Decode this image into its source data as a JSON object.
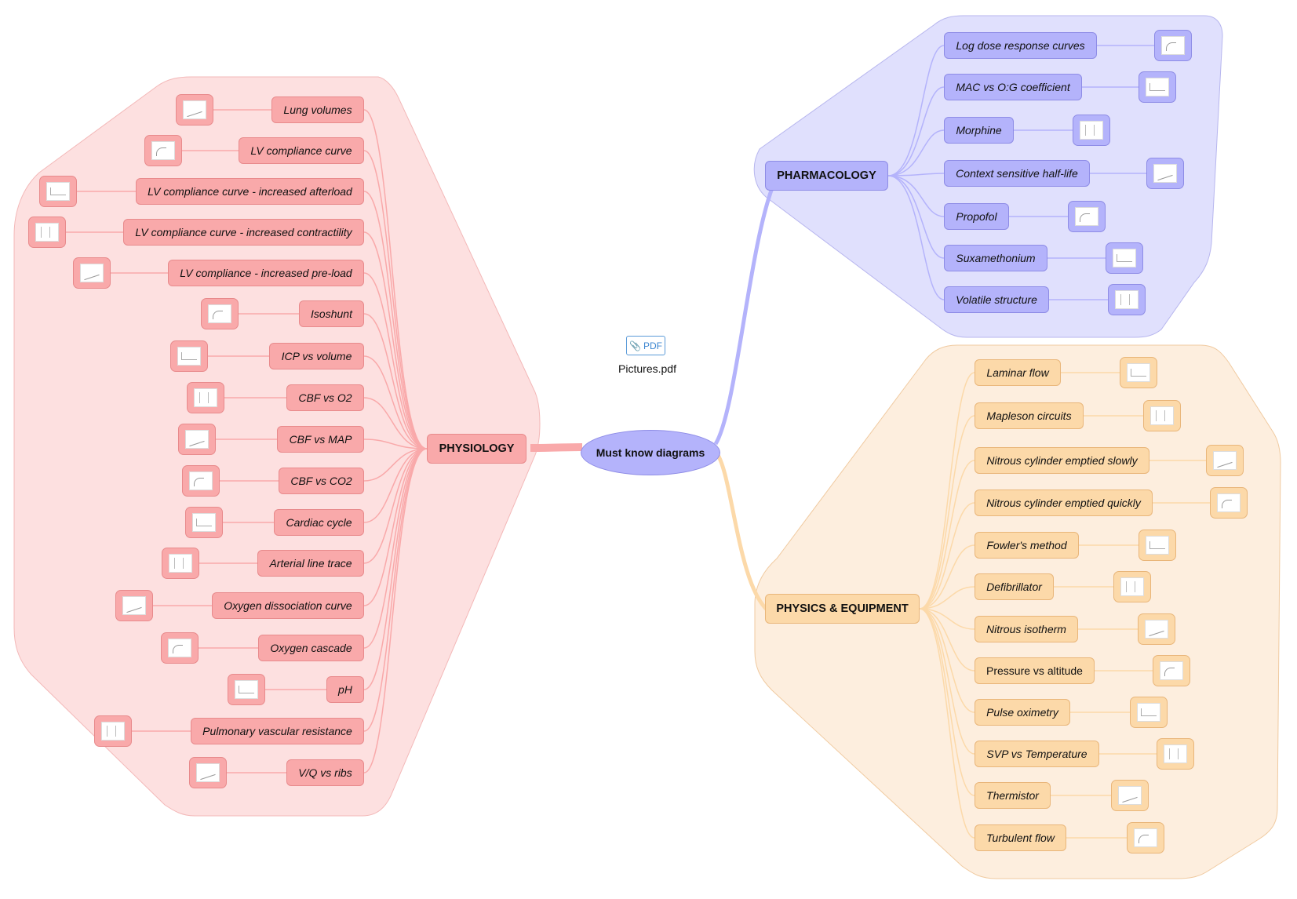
{
  "root": {
    "label": "Must know diagrams"
  },
  "attachment": {
    "badge": "PDF",
    "filename": "Pictures.pdf"
  },
  "colors": {
    "physiology_fill": "#fde0e0",
    "physiology_node": "#f9a9aa",
    "physiology_line": "#f9a9aa",
    "pharmacology_fill": "#e0e0fd",
    "pharmacology_node": "#b4b3fb",
    "pharmacology_line": "#b4b3fb",
    "equipment_fill": "#fdeede",
    "equipment_node": "#fcd9a9",
    "equipment_line": "#fcd9a9"
  },
  "branches": {
    "physiology": {
      "label": "PHYSIOLOGY",
      "topics": [
        "Lung volumes",
        "LV compliance curve",
        "LV compliance curve - increased afterload",
        "LV compliance curve - increased contractility",
        "LV compliance - increased pre-load",
        "Isoshunt",
        "ICP vs volume",
        "CBF vs O2",
        "CBF vs MAP",
        "CBF vs CO2",
        "Cardiac cycle",
        "Arterial line trace",
        "Oxygen dissociation curve",
        "Oxygen cascade",
        "pH",
        "Pulmonary vascular resistance",
        "V/Q vs ribs"
      ]
    },
    "pharmacology": {
      "label": "PHARMACOLOGY",
      "topics": [
        "Log dose response curves",
        "MAC vs O:G coefficient",
        "Morphine",
        "Context sensitive half-life",
        "Propofol",
        "Suxamethonium",
        "Volatile structure"
      ]
    },
    "equipment": {
      "label": "PHYSICS & EQUIPMENT",
      "topics": [
        "Laminar flow",
        "Mapleson circuits",
        "Nitrous cylinder emptied slowly",
        "Nitrous cylinder emptied quickly",
        "Fowler's method",
        "Defibrillator",
        "Nitrous isotherm",
        "Pressure vs altitude",
        "Pulse oximetry",
        "SVP vs Temperature",
        "Thermistor",
        "Turbulent flow"
      ]
    }
  }
}
